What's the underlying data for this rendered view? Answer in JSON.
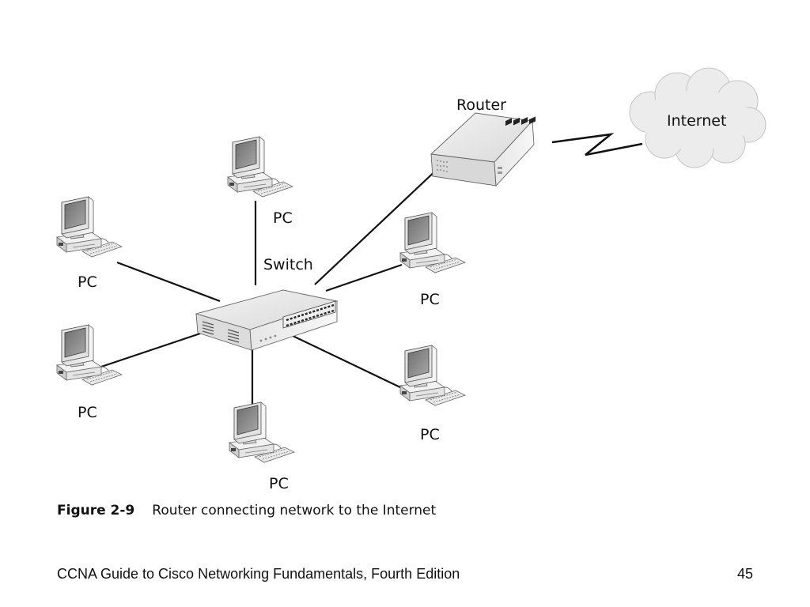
{
  "diagram": {
    "router_label": "Router",
    "internet_label": "Internet",
    "switch_label": "Switch",
    "pc_labels": [
      "PC",
      "PC",
      "PC",
      "PC",
      "PC",
      "PC"
    ]
  },
  "caption": {
    "figure_number": "Figure 2-9",
    "text": "Router connecting network to the Internet"
  },
  "footer": {
    "title": "CCNA Guide to Cisco Networking Fundamentals, Fourth Edition",
    "page_number": "45"
  }
}
